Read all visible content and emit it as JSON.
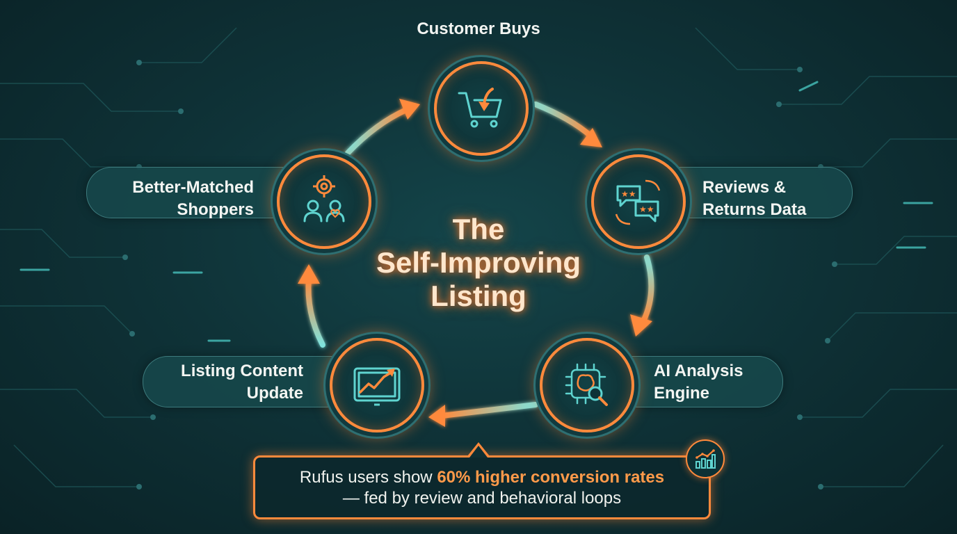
{
  "title": {
    "line1": "The",
    "line2": "Self-Improving",
    "line3": "Listing"
  },
  "nodes": {
    "customer_buys": {
      "label": "Customer Buys",
      "icon": "shopping-cart-icon"
    },
    "reviews_returns": {
      "line1": "Reviews &",
      "line2": "Returns Data",
      "icon": "review-stars-icon"
    },
    "ai_analysis": {
      "line1": "AI Analysis",
      "line2": "Engine",
      "icon": "ai-brain-icon"
    },
    "listing_update": {
      "line1": "Listing Content",
      "line2": "Update",
      "icon": "trend-screen-icon"
    },
    "better_matched": {
      "line1": "Better-Matched",
      "line2": "Shoppers",
      "icon": "target-audience-icon"
    }
  },
  "callout": {
    "prefix": "Rufus users show ",
    "highlight": "60% higher conversion rates",
    "line2": "— fed by review and behavioral loops",
    "icon": "bar-chart-trend-icon"
  },
  "colors": {
    "accent": "#ff8a3c",
    "background": "#0f3338",
    "teal": "#5fd4d0",
    "text": "#f3f5f2"
  }
}
